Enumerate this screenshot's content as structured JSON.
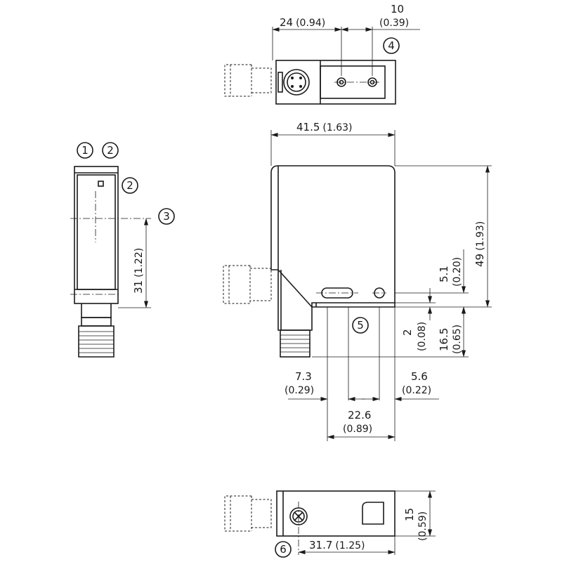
{
  "dimensions": {
    "d24": {
      "value": "24",
      "inch": "(0.94)"
    },
    "d10": {
      "value": "10",
      "inch": "(0.39)"
    },
    "d41_5": {
      "value": "41.5",
      "inch": "(1.63)"
    },
    "d49": {
      "value": "49",
      "inch": "(1.93)"
    },
    "d31": {
      "value": "31",
      "inch": "(1.22)"
    },
    "d5_1": {
      "value": "5.1",
      "inch": "(0.20)"
    },
    "d2": {
      "value": "2",
      "inch": "(0.08)"
    },
    "d16_5": {
      "value": "16.5",
      "inch": "(0.65)"
    },
    "d7_3": {
      "value": "7.3",
      "inch": "(0.29)"
    },
    "d5_6": {
      "value": "5.6",
      "inch": "(0.22)"
    },
    "d22_6": {
      "value": "22.6",
      "inch": "(0.89)"
    },
    "d15": {
      "value": "15",
      "inch": "(0.59)"
    },
    "d31_7": {
      "value": "31.7",
      "inch": "(1.25)"
    }
  },
  "callouts": {
    "c1": "1",
    "c2a": "2",
    "c2b": "2",
    "c3": "3",
    "c4": "4",
    "c5": "5",
    "c6": "6"
  }
}
